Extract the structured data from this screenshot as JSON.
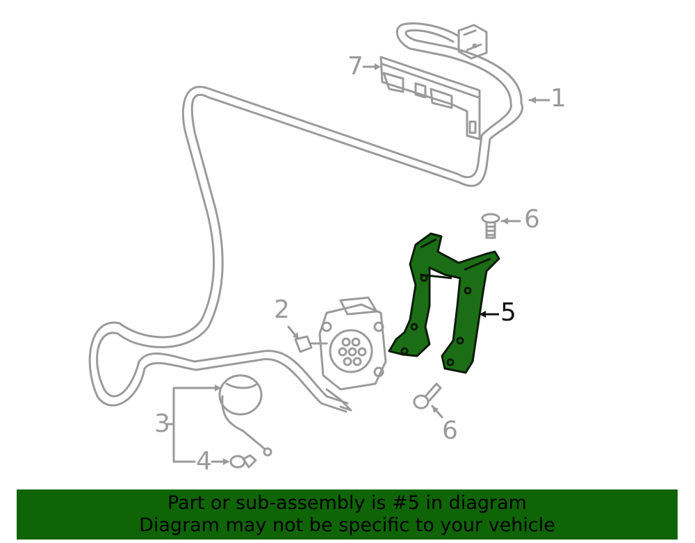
{
  "diagram": {
    "highlighted_part": "5",
    "colors": {
      "line_gray": "#9a9a9a",
      "highlight_fill": "#1c6e16",
      "highlight_outline": "#0c1a08",
      "banner_bg": "#0f6406",
      "banner_text": "#000000"
    },
    "callouts": [
      {
        "id": "1",
        "label": "1"
      },
      {
        "id": "2",
        "label": "2"
      },
      {
        "id": "3",
        "label": "3"
      },
      {
        "id": "4",
        "label": "4"
      },
      {
        "id": "5",
        "label": "5"
      },
      {
        "id": "6a",
        "label": "6"
      },
      {
        "id": "6b",
        "label": "6"
      },
      {
        "id": "7",
        "label": "7"
      }
    ]
  },
  "banner": {
    "line1": "Part or sub-assembly is #5 in diagram",
    "line2": "Diagram may not be specific to your vehicle"
  }
}
